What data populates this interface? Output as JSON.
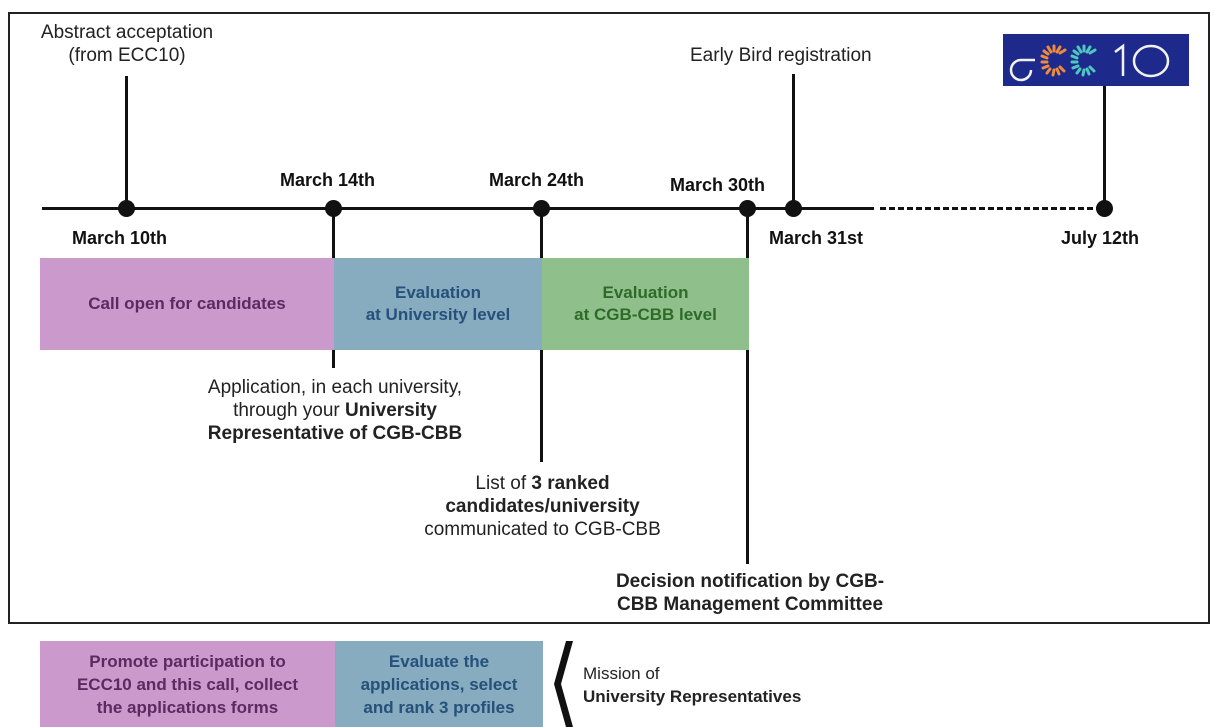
{
  "logo": {
    "text": "ECC10",
    "bg": "#1d2a8c"
  },
  "milestones": {
    "m10": "March 10th",
    "m14": "March 14th",
    "m24": "March 24th",
    "m30": "March 30th",
    "m31": "March 31st",
    "j12": "July 12th"
  },
  "events": {
    "abstract_1": "Abstract acceptation",
    "abstract_2": "(from ECC10)",
    "early_bird": "Early Bird registration"
  },
  "phases": [
    {
      "l1": "Call open for candidates",
      "l2": "",
      "color": "#cc99cc",
      "text_color": "#5b2a5e"
    },
    {
      "l1": "Evaluation",
      "l2": "at University level",
      "color": "#87abbf",
      "text_color": "#25517a"
    },
    {
      "l1": "Evaluation",
      "l2": "at CGB-CBB level",
      "color": "#8fbf8a",
      "text_color": "#2e6b2a"
    }
  ],
  "notes": {
    "application": {
      "l1": "Application, in each university,",
      "l2_plain": "through your ",
      "l2_bold": "University",
      "l3_bold": "Representative of CGB-CBB"
    },
    "list": {
      "l1_plain": "List of ",
      "l1_bold": "3 ranked",
      "l2_bold": "candidates/university",
      "l3": "communicated to CGB-CBB"
    },
    "decision": {
      "l1": "Decision notification by CGB-",
      "l2": "CBB Management Committee"
    }
  },
  "mission_boxes": [
    {
      "l1": "Promote participation to",
      "l2": "ECC10 and this call, collect",
      "l3": "the applications forms"
    },
    {
      "l1": "Evaluate the",
      "l2": "applications, select",
      "l3": "and rank 3 profiles"
    }
  ],
  "mission_label": {
    "l1": "Mission of",
    "l2": "University Representatives"
  }
}
